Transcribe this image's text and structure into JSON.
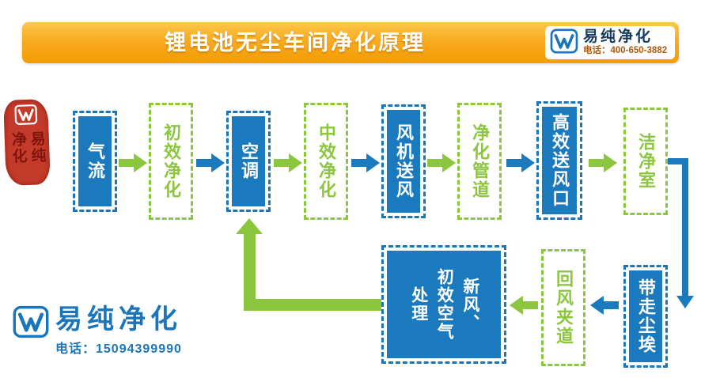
{
  "colors": {
    "blue": "#1b75bb",
    "green": "#8cc63e",
    "header_orange": "#f8ab20",
    "seal_red": "#c53b2b",
    "phone_orange": "#b05a10"
  },
  "header": {
    "title": "锂电池无尘车间净化原理",
    "brand": {
      "name": "易纯净化",
      "phone": "电话：400-650-3882"
    }
  },
  "seal": {
    "text": "易纯\n净化"
  },
  "flow": {
    "top": [
      {
        "label": "气流",
        "style": "blue"
      },
      {
        "label": "初效净化",
        "style": "green"
      },
      {
        "label": "空调",
        "style": "blue"
      },
      {
        "label": "中效净化",
        "style": "green"
      },
      {
        "label": "风机送风",
        "style": "blue"
      },
      {
        "label": "净化管道",
        "style": "green"
      },
      {
        "label": "高效送风口",
        "style": "blue"
      },
      {
        "label": "洁净室",
        "style": "green"
      }
    ],
    "bottom": [
      {
        "label": "新风、\n初效空气\n处理",
        "style": "blue"
      },
      {
        "label": "回风夹道",
        "style": "green"
      },
      {
        "label": "带走尘埃",
        "style": "blue"
      }
    ]
  },
  "footer": {
    "brand": {
      "name": "易纯净化",
      "phone": "电话：15094399990"
    }
  }
}
